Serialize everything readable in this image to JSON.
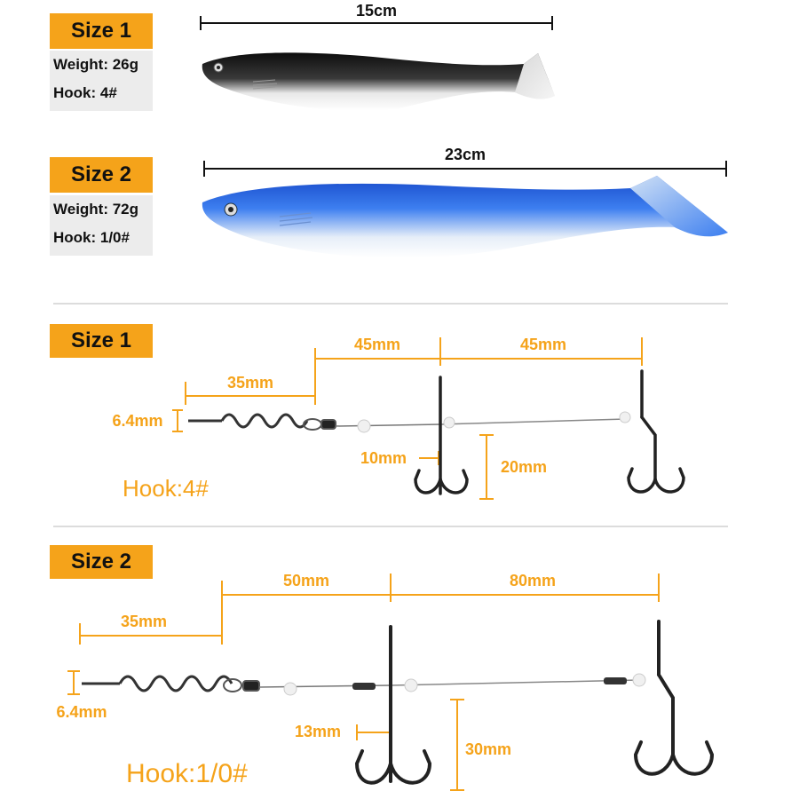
{
  "lures": [
    {
      "badge": "Size 1",
      "weight": "Weight: 26g",
      "hook": "Hook: 4#",
      "length": "15cm"
    },
    {
      "badge": "Size 2",
      "weight": "Weight: 72g",
      "hook": "Hook: 1/0#",
      "length": "23cm"
    }
  ],
  "rigs": [
    {
      "badge": "Size 1",
      "hook_label": "Hook:4#",
      "dims": {
        "screw": "35mm",
        "seg1": "45mm",
        "seg2": "45mm",
        "diameter": "6.4mm",
        "shank": "10mm",
        "hook_height": "20mm"
      }
    },
    {
      "badge": "Size 2",
      "hook_label": "Hook:1/0#",
      "dims": {
        "screw": "35mm",
        "seg1": "50mm",
        "seg2": "80mm",
        "diameter": "6.4mm",
        "shank": "13mm",
        "hook_height": "30mm"
      }
    }
  ],
  "colors": {
    "accent": "#f5a31a",
    "lure1_top": "#111111",
    "lure2_top": "#1f5fd6"
  }
}
